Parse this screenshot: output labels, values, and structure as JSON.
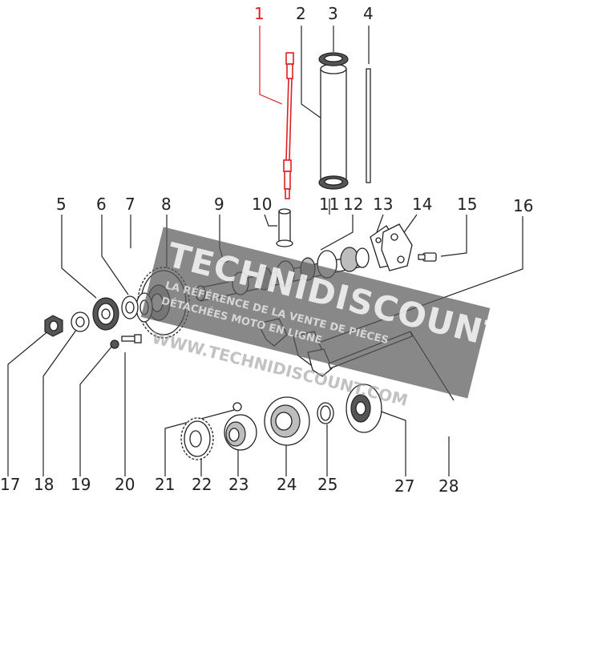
{
  "diagram": {
    "callouts": [
      {
        "id": "1",
        "label": "1"
      },
      {
        "id": "2",
        "label": "2"
      },
      {
        "id": "3",
        "label": "3"
      },
      {
        "id": "4",
        "label": "4"
      },
      {
        "id": "5",
        "label": "5"
      },
      {
        "id": "6",
        "label": "6"
      },
      {
        "id": "7",
        "label": "7"
      },
      {
        "id": "8",
        "label": "8"
      },
      {
        "id": "9",
        "label": "9"
      },
      {
        "id": "10",
        "label": "10"
      },
      {
        "id": "11",
        "label": "11"
      },
      {
        "id": "12",
        "label": "12"
      },
      {
        "id": "13",
        "label": "13"
      },
      {
        "id": "14",
        "label": "14"
      },
      {
        "id": "15",
        "label": "15"
      },
      {
        "id": "16",
        "label": "16"
      },
      {
        "id": "17",
        "label": "17"
      },
      {
        "id": "18",
        "label": "18"
      },
      {
        "id": "19",
        "label": "19"
      },
      {
        "id": "20",
        "label": "20"
      },
      {
        "id": "21",
        "label": "21"
      },
      {
        "id": "22",
        "label": "22"
      },
      {
        "id": "23",
        "label": "23"
      },
      {
        "id": "24",
        "label": "24"
      },
      {
        "id": "25",
        "label": "25"
      },
      {
        "id": "27",
        "label": "27"
      },
      {
        "id": "28",
        "label": "28"
      }
    ],
    "highlighted_part": "1",
    "highlight_color": "#e02020",
    "line_color": "#222222"
  },
  "watermark": {
    "brand": "TECHNIDISCOUNT",
    "line1": "LA RÉFÉRENCE DE LA VENTE DE PIÈCES",
    "line2": "DÉTACHÉES MOTO EN LIGNE",
    "url": "WWW.TECHNIDISCOUNT.COM",
    "band_color": "#5a5a5a"
  }
}
